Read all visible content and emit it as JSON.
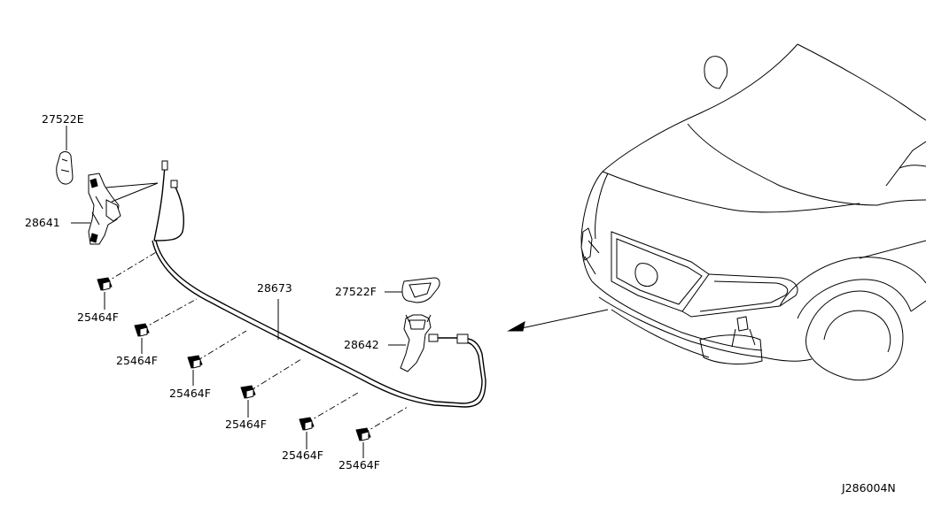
{
  "parts": {
    "p27522E": "27522E",
    "p28641": "28641",
    "p28673": "28673",
    "p27522F": "27522F",
    "p28642": "28642",
    "p25464F": "25464F"
  },
  "ref_code": "J286004N"
}
